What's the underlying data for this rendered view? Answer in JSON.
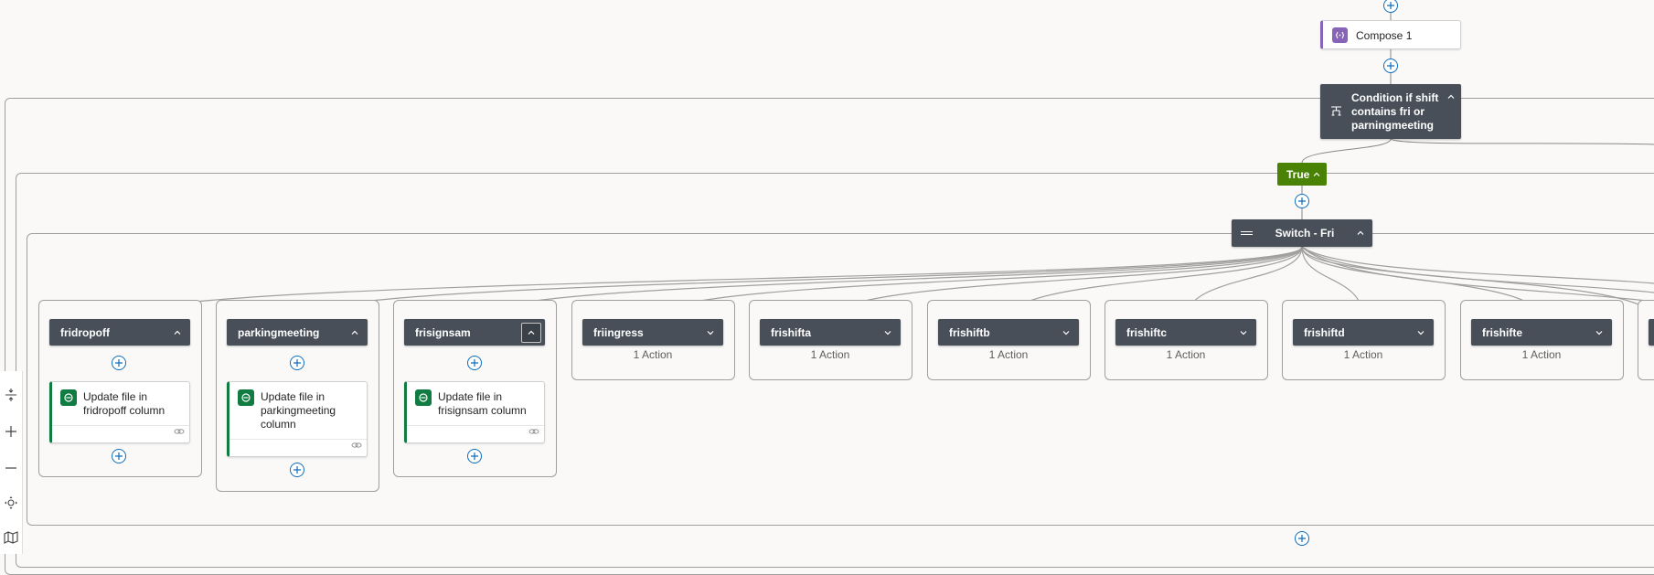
{
  "compose": {
    "label": "Compose 1"
  },
  "condition": {
    "label": "Condition if shift contains fri or parningmeeting"
  },
  "true_branch": {
    "label": "True"
  },
  "switch": {
    "label": "Switch - Fri"
  },
  "cases": [
    {
      "name": "fridropoff",
      "action": "Update file in fridropoff column"
    },
    {
      "name": "parkingmeeting",
      "action": "Update file in parkingmeeting column"
    },
    {
      "name": "frisignsam",
      "action": "Update file in frisignsam column"
    },
    {
      "name": "friingress",
      "summary": "1 Action"
    },
    {
      "name": "frishifta",
      "summary": "1 Action"
    },
    {
      "name": "frishiftb",
      "summary": "1 Action"
    },
    {
      "name": "frishiftc",
      "summary": "1 Action"
    },
    {
      "name": "frishiftd",
      "summary": "1 Action"
    },
    {
      "name": "frishifte",
      "summary": "1 Action"
    }
  ],
  "toolbar": {
    "items": [
      "fit-to-screen-icon",
      "zoom-in-icon",
      "zoom-out-icon",
      "center-view-icon",
      "minimap-icon"
    ]
  },
  "colors": {
    "canvas": "#faf9f8",
    "node_dark": "#484f58",
    "true_green": "#498205",
    "action_green": "#107c41",
    "compose_purple": "#8764b8",
    "plus_blue": "#0f6cbd"
  }
}
